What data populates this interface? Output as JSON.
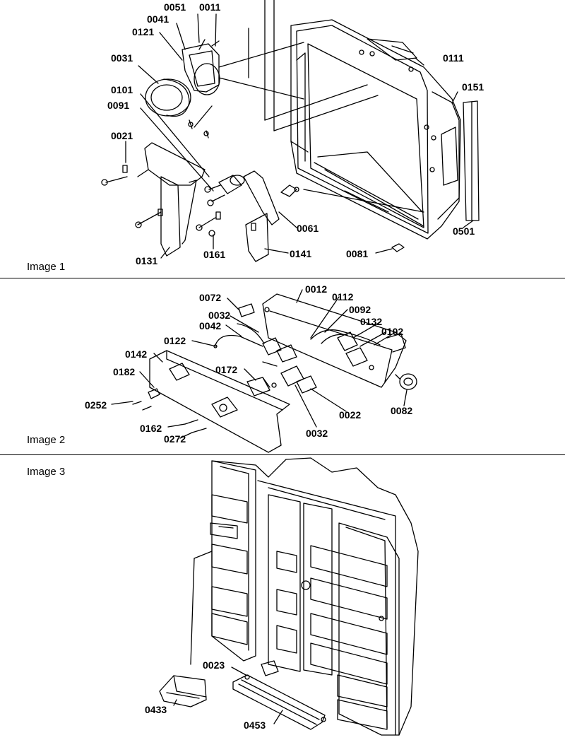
{
  "sections": [
    {
      "title": "Image 1",
      "parts": [
        "0051",
        "0011",
        "0041",
        "0121",
        "0031",
        "0101",
        "0091",
        "0021",
        "0111",
        "0151",
        "0061",
        "0501",
        "0131",
        "0161",
        "0141",
        "0081"
      ]
    },
    {
      "title": "Image 2",
      "parts": [
        "0072",
        "0012",
        "0112",
        "0032",
        "0092",
        "0042",
        "0132",
        "0122",
        "0102",
        "0142",
        "0172",
        "0182",
        "0022",
        "0082",
        "0252",
        "0162",
        "0032",
        "0272"
      ]
    },
    {
      "title": "Image 3",
      "parts": [
        "0023",
        "0433",
        "0453"
      ]
    }
  ]
}
